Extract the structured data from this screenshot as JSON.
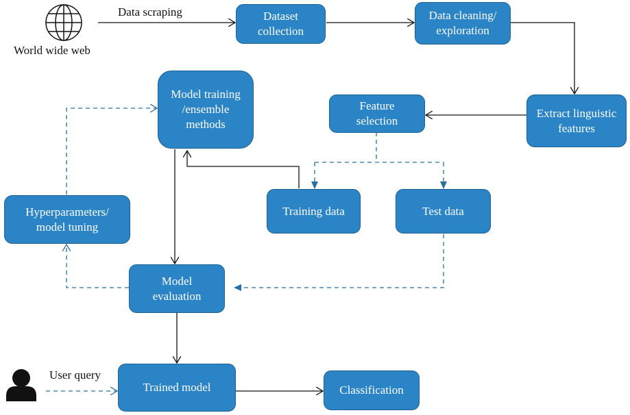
{
  "nodes": {
    "dataset_collection": "Dataset\ncollection",
    "data_cleaning": "Data cleaning/\nexploration",
    "extract_features": "Extract linguistic\nfeatures",
    "feature_selection": "Feature\nselection",
    "model_training": "Model training\n/ensemble\nmethods",
    "training_data": "Training data",
    "test_data": "Test data",
    "hyperparameters": "Hyperparameters/\nmodel tuning",
    "model_evaluation": "Model\nevaluation",
    "trained_model": "Trained model",
    "classification": "Classification"
  },
  "labels": {
    "world_wide_web": "World wide web",
    "data_scraping": "Data scraping",
    "user_query": "User query"
  },
  "icons": {
    "globe": "globe-icon",
    "user": "user-icon"
  },
  "colors": {
    "node_fill": "#2a84c6",
    "node_border": "#1d5f8f",
    "solid_edge": "#111111",
    "dashed_edge": "#2a6f9e"
  }
}
